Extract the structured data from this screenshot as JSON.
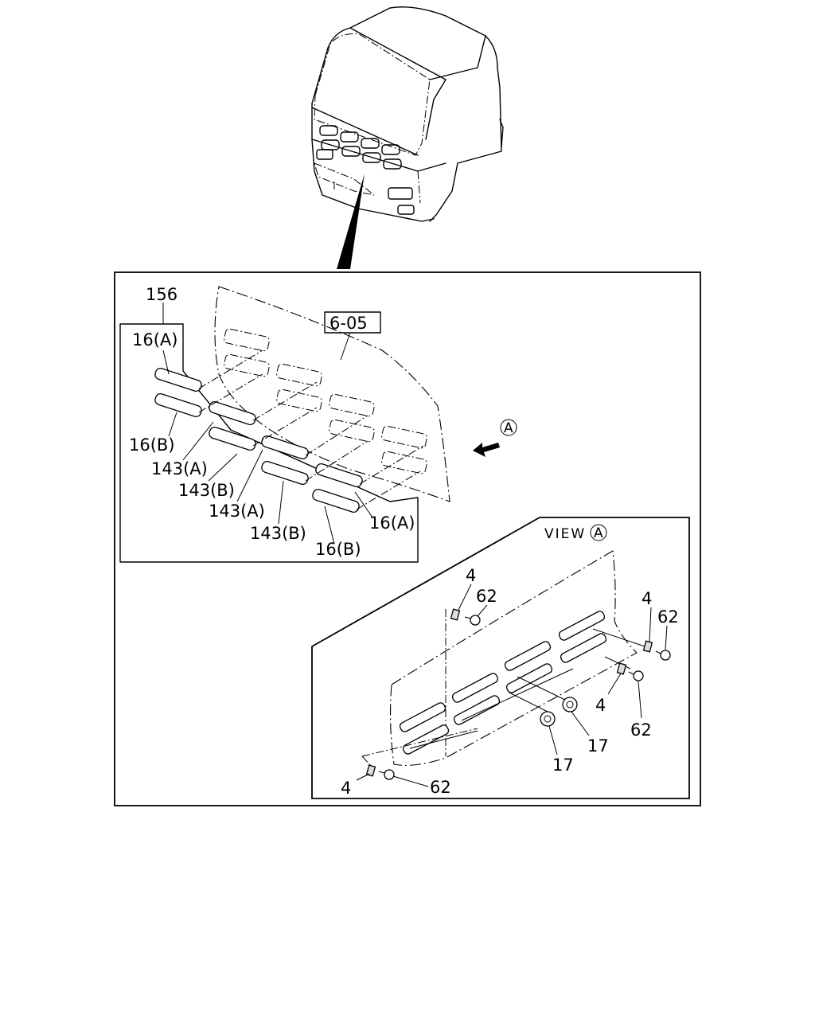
{
  "labels": {
    "l156": "156",
    "l6_05": "6-05",
    "l16A_top": "16(A)",
    "l16B_left": "16(B)",
    "l143A_1": "143(A)",
    "l143B_1": "143(B)",
    "l143A_2": "143(A)",
    "l143B_2": "143(B)",
    "l16B_bottom": "16(B)",
    "l16A_right": "16(A)",
    "view_a": "VIEW",
    "circle_a_main": "A",
    "circle_a_view": "A",
    "l4_top": "4",
    "l62_top": "62",
    "l4_right": "4",
    "l62_right": "62",
    "l4_mid": "4",
    "l62_mid": "62",
    "l17_right": "17",
    "l17_left": "17",
    "l4_bottom": "4",
    "l62_bottom": "62"
  }
}
